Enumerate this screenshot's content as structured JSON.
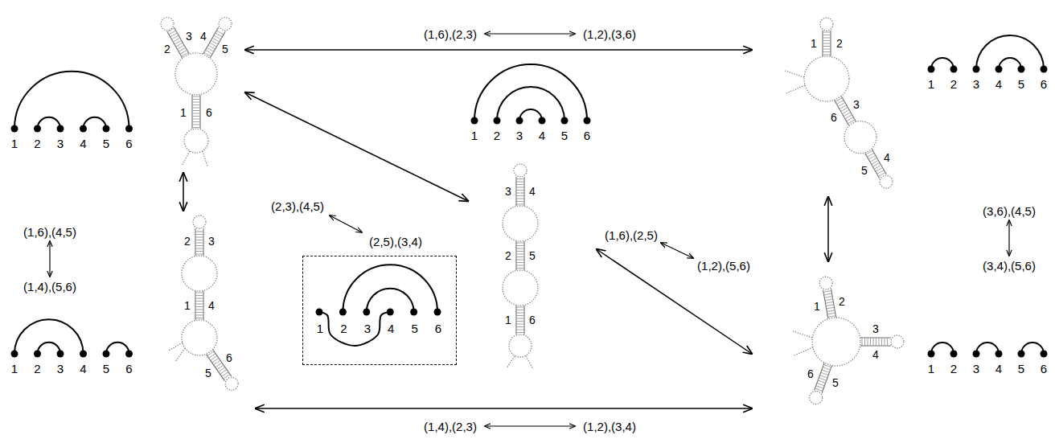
{
  "diagram": {
    "nodes": [
      {
        "text": [
          "1",
          "2",
          "3",
          "4",
          "5",
          "6",
          "3",
          "4",
          "2",
          "5",
          "1",
          "6"
        ]
      },
      {
        "text": [
          "1",
          "2",
          "3",
          "4",
          "5",
          "6",
          "1",
          "2",
          "3",
          "6",
          "4",
          "5"
        ]
      },
      {
        "text": [
          "1",
          "2",
          "3",
          "4",
          "5",
          "6",
          "3",
          "4",
          "2",
          "5",
          "1",
          "6"
        ]
      },
      {
        "text": [
          "1",
          "2",
          "3",
          "4",
          "5",
          "6"
        ]
      },
      {
        "text": [
          "1",
          "2",
          "3",
          "4",
          "5",
          "6",
          "2",
          "3",
          "1",
          "4",
          "6",
          "5"
        ]
      },
      {
        "text": [
          "1",
          "2",
          "3",
          "4",
          "5",
          "6",
          "1",
          "2",
          "3",
          "4",
          "6",
          "5"
        ]
      }
    ],
    "edges": [
      {
        "from": 0,
        "to": 1,
        "arrow": "both"
      },
      {
        "from": 0,
        "to": 2,
        "arrow": "both"
      },
      {
        "from": 0,
        "to": 4,
        "arrow": "both"
      },
      {
        "from": 1,
        "to": 5,
        "arrow": "both"
      },
      {
        "from": 2,
        "to": 5,
        "arrow": "both"
      },
      {
        "from": 4,
        "to": 5,
        "arrow": "both"
      }
    ],
    "labels": [
      "(1,6),(2,3)",
      "(1,2),(3,6)",
      "(2,3),(4,5)",
      "(2,5),(3,4)",
      "(1,6),(4,5)",
      "(1,4),(5,6)",
      "(3,6),(4,5)",
      "(3,4),(5,6)",
      "(1,6),(2,5)",
      "(1,2),(5,6)",
      "(1,4),(2,3)",
      "(1,2),(3,4)"
    ]
  }
}
